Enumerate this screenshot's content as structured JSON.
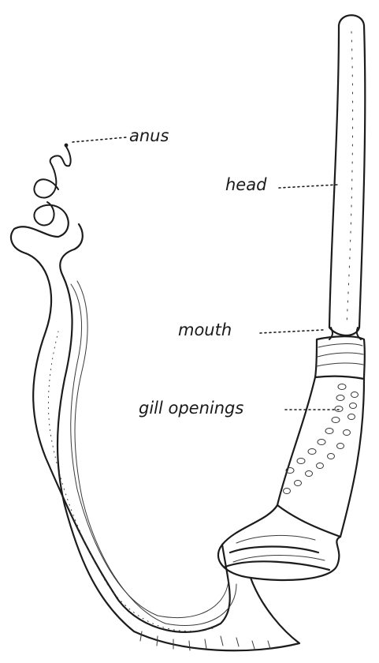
{
  "labels": {
    "anus": "anus",
    "head": "head",
    "mouth": "mouth",
    "gill_openings": "gill openings"
  },
  "colors": {
    "background": "#ffffff",
    "ink": "#1c1c1c"
  }
}
